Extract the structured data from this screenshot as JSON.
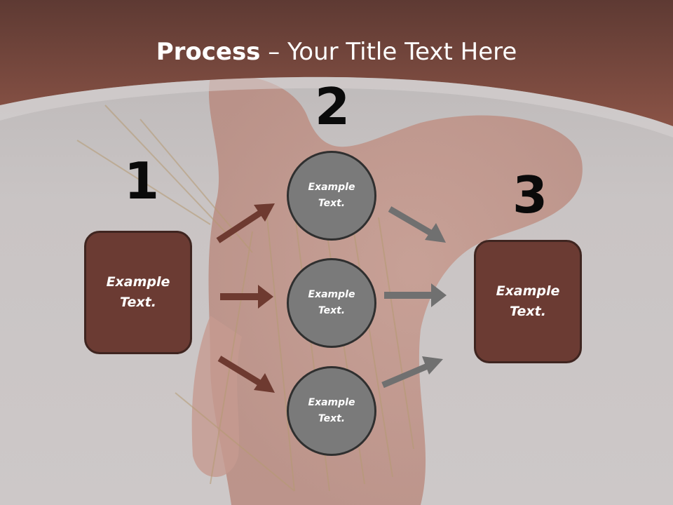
{
  "slide": {
    "title_bold": "Process",
    "title_rest": " – Your Title Text Here",
    "colors": {
      "header": "#7a4236",
      "box": "#6b3b33",
      "circle": "#7a7a7a",
      "arrow_left": "#6e3a30",
      "arrow_right": "#707070"
    }
  },
  "steps": {
    "one": "1",
    "two": "2",
    "three": "3"
  },
  "left_box": {
    "line1": "Example",
    "line2": "Text."
  },
  "right_box": {
    "line1": "Example",
    "line2": "Text."
  },
  "circles": [
    {
      "line1": "Example",
      "line2": "Text."
    },
    {
      "line1": "Example",
      "line2": "Text."
    },
    {
      "line1": "Example",
      "line2": "Text."
    }
  ]
}
